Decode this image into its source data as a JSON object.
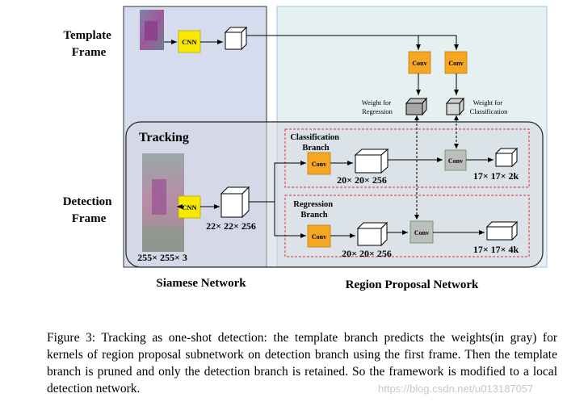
{
  "diagram": {
    "template_frame_label": [
      "Template",
      "Frame"
    ],
    "detection_frame_label": [
      "Detection",
      "Frame"
    ],
    "tracking_label": "Tracking",
    "cnn_label": "CNN",
    "conv_label": "Conv",
    "weight_regression": [
      "Weight for",
      "Regression"
    ],
    "weight_classification": [
      "Weight for",
      "Classification"
    ],
    "classification_branch": [
      "Classification",
      "Branch"
    ],
    "regression_branch": [
      "Regression",
      "Branch"
    ],
    "dim_input": "255× 255× 3",
    "dim_det_feature": "22× 22× 256",
    "dim_cls_feature": "20× 20× 256",
    "dim_reg_feature": "20× 20× 256",
    "dim_cls_out": "17× 17× 2k",
    "dim_reg_out": "17× 17× 4k",
    "siamese_label": "Siamese Network",
    "rpn_label": "Region Proposal Network",
    "colors": {
      "siamese_bg": "#d5dcee",
      "rpn_bg": "#e4f1f0",
      "tracking_bg": "#d3d5e2",
      "conv": "#f5a623",
      "cnn": "#f7ea00",
      "conv_gray": "#b5b5b5",
      "dashed_red": "#e0312f"
    }
  },
  "caption": "Figure 3: Tracking as one-shot detection: the template branch predicts the weights(in gray) for kernels of region proposal subnetwork on detection branch using the first frame. Then the template branch is pruned and only the detection branch is retained. So the framework is modified to a local detection network.",
  "watermark": "https://blog.csdn.net/u013187057"
}
